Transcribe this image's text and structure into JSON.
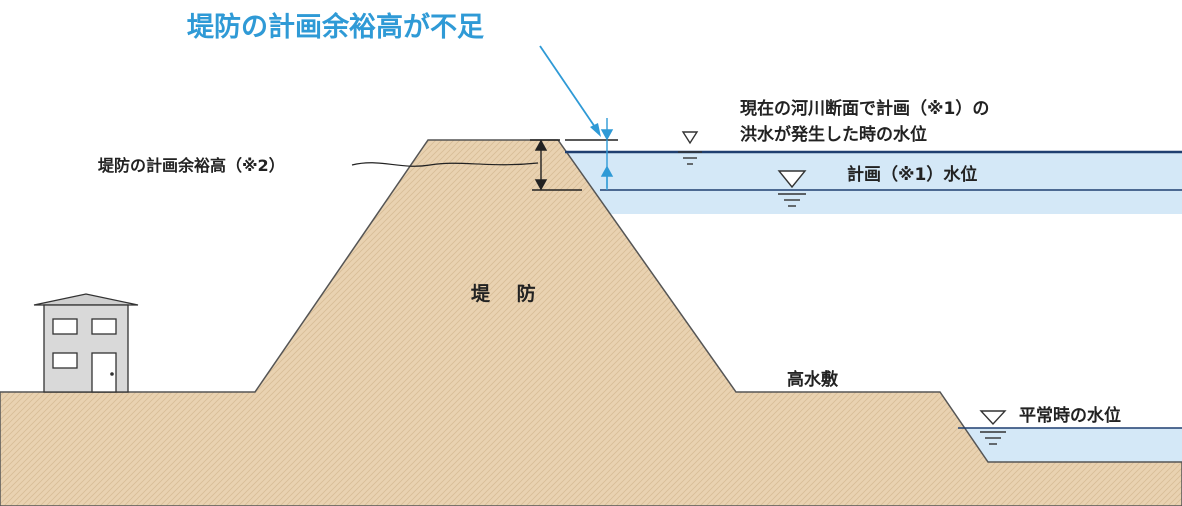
{
  "title": "堤防の計画余裕高が不足",
  "labels": {
    "freeboard": "堤防の計画余裕高（※2）",
    "current_flood_level_line1": "現在の河川断面で計画（※1）の",
    "current_flood_level_line2": "洪水が発生した時の水位",
    "planned_water_level": "計画（※1）水位",
    "levee": "堤 防",
    "high_water_channel": "高水敷",
    "normal_water_level": "平常時の水位"
  },
  "colors": {
    "title_blue": "#2f9ad6",
    "soil": "#e9d2b1",
    "soil_texture": "#d8bd97",
    "water": "#d4e8f7",
    "water_line": "#1f3f70",
    "house": "#d9d9d9",
    "outline": "#333333"
  },
  "icons": [
    "water-level-triangle-icon",
    "house-icon"
  ]
}
